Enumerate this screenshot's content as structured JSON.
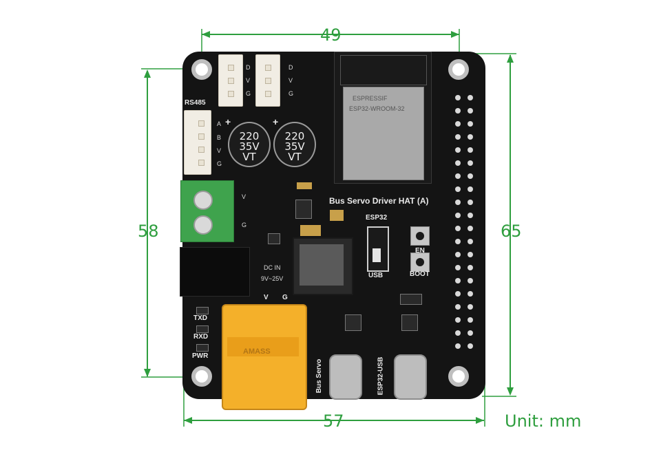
{
  "dimensions": {
    "top_width": "49",
    "left_height": "58",
    "right_height": "65",
    "bottom_width": "57",
    "unit_label": "Unit: mm"
  },
  "silkscreen": {
    "rs485": "RS485",
    "header1": [
      "D",
      "V",
      "G"
    ],
    "header2": [
      "D",
      "V",
      "G"
    ],
    "rs485_pins": [
      "A",
      "B",
      "V",
      "G"
    ],
    "cap1": "220\n35V\nVT",
    "cap2": "220\n35V\nVT",
    "plus": "+",
    "terminal_v": "V",
    "terminal_g": "G",
    "board_title": "Bus Servo Driver HAT (A)",
    "esp32": "ESP32",
    "usb": "USB",
    "en": "EN",
    "boot": "BOOT",
    "dc_in": "DC IN",
    "dc_range": "9V~25V",
    "xt_v": "V",
    "xt_g": "G",
    "txd": "TXD",
    "rxd": "RXD",
    "pwr": "PWR",
    "bus_servo": "Bus Servo",
    "esp32_usb": "ESP32-USB",
    "module_brand": "ESPRESSIF",
    "module_name": "ESP32-WROOM-32",
    "xt_brand": "AMASS"
  },
  "colors": {
    "dimension": "#2e9e3e",
    "board": "#141414",
    "terminal": "#3fa34d",
    "xt_connector": "#f4b02a"
  }
}
